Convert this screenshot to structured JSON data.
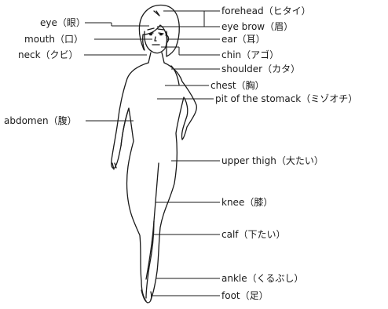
{
  "labels": {
    "eye": "eye（眼）",
    "mouth": "mouth（口）",
    "neck": "neck（クビ）",
    "abdomen": "abdomen（腹）",
    "forehead": "forehead（ヒタイ）",
    "eyebrow": "eye brow（眉）",
    "ear": "ear（耳）",
    "chin": "chin（アゴ）",
    "shoulder": "shoulder（カタ）",
    "chest": "chest（胸）",
    "pit": "pit of the stomack（ミゾオチ）",
    "thigh": "upper thigh（大たい）",
    "knee": "knee（膝）",
    "calf": "calf（下たい）",
    "ankle": "ankle（くるぶし）",
    "foot": "foot（足）"
  }
}
